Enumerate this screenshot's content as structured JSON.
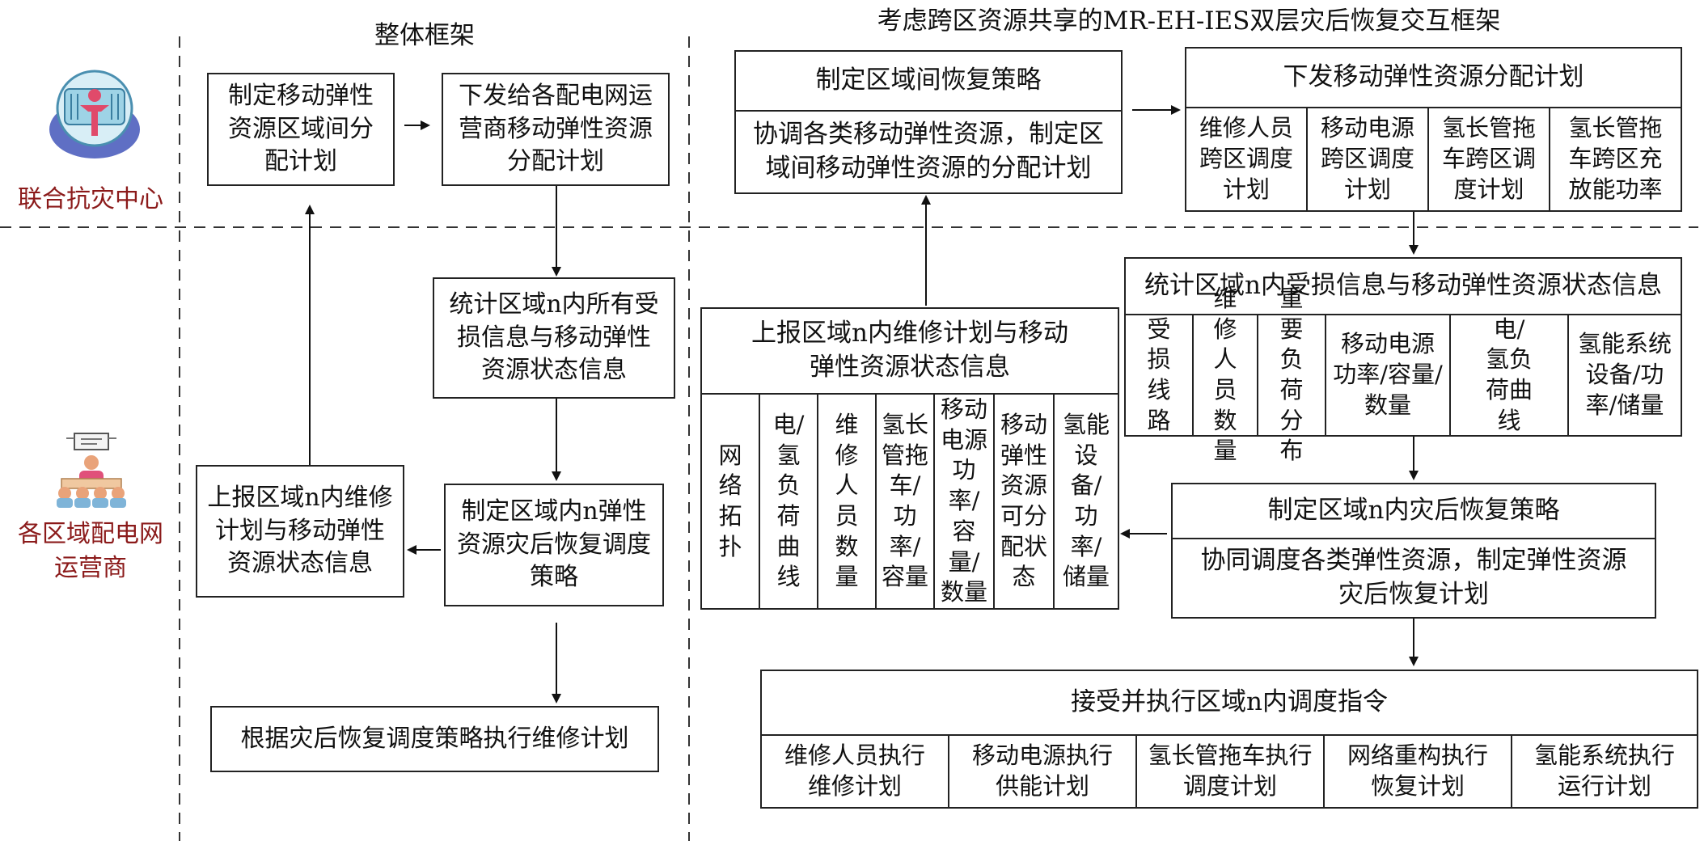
{
  "titles": {
    "overall": "整体框架",
    "interactive": "考虑跨区资源共享的MR-EH-IES双层灾后恢复交互框架"
  },
  "roles": {
    "center": "联合抗灾中心",
    "operator_line1": "各区域配电网",
    "operator_line2": "运营商"
  },
  "left": {
    "b1": "制定移动弹性资源区域间分配计划",
    "b2": "下发给各配电网运营商移动弹性资源分配计划",
    "b3": "统计区域n内所有受损信息与移动弹性资源状态信息",
    "b4": "制定区域内n弹性资源灾后恢复调度策略",
    "b5": "上报区域n内维修计划与移动弹性资源状态信息",
    "b6": "根据灾后恢复调度策略执行维修计划"
  },
  "right": {
    "inter_policy": {
      "header": "制定区域间恢复策略",
      "body": "协调各类移动弹性资源，制定区域间移动弹性资源的分配计划"
    },
    "dispatch": {
      "header": "下发移动弹性资源分配计划",
      "cells": [
        "维修人员跨区调度计划",
        "移动电源跨区调度计划",
        "氢长管拖车跨区调度计划",
        "氢长管拖车跨区充放能功率"
      ]
    },
    "stats": {
      "header": "统计区域n内受损信息与移动弹性资源状态信息",
      "cells": [
        "受损线路",
        "维修人员数量",
        "重要负荷分布",
        "移动电源功率/容量/数量",
        "电/氢负荷曲线",
        "氢能系统设备/功率/储量"
      ]
    },
    "report": {
      "header": "上报区域n内维修计划与移动弹性资源状态信息",
      "cells": [
        "网络拓扑",
        "电/氢负荷曲线",
        "维修人员数量",
        "氢长管拖车/功率/容量",
        "移动电源功率/容量/数量",
        "移动弹性资源可分配状态",
        "氢能设备/功率/储量"
      ]
    },
    "intra_policy": {
      "header": "制定区域n内灾后恢复策略",
      "body": "协同调度各类弹性资源，制定弹性资源灾后恢复计划"
    },
    "execute": {
      "header": "接受并执行区域n内调度指令",
      "cells": [
        "维修人员执行维修计划",
        "移动电源执行供能计划",
        "氢长管拖车执行调度计划",
        "网络重构执行恢复计划",
        "氢能系统执行运行计划"
      ]
    }
  }
}
